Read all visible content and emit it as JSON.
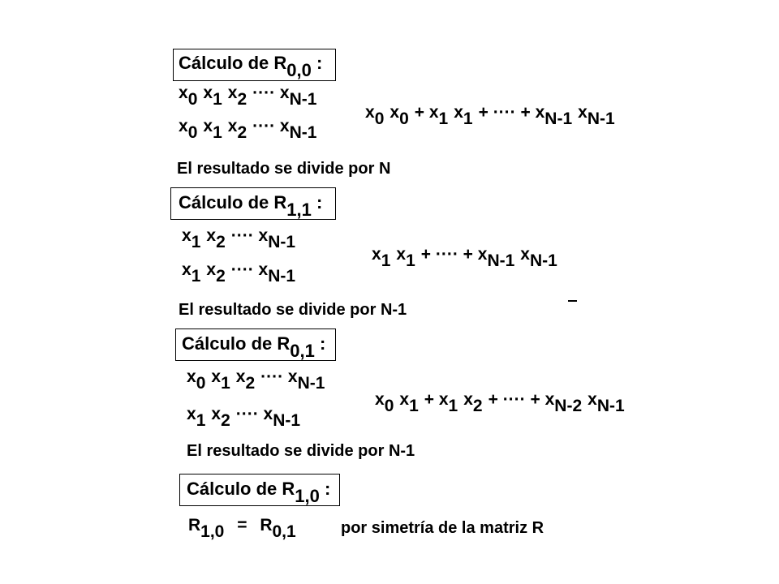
{
  "sections": [
    {
      "heading": {
        "prefix": "Cálculo de R",
        "sub": "0,0",
        "suffix": " :"
      },
      "row1": [
        [
          "x",
          "0"
        ],
        [
          "x",
          "1"
        ],
        [
          "x",
          "2"
        ],
        [
          "····  x",
          "N-1"
        ]
      ],
      "row2": [
        [
          "x",
          "0"
        ],
        [
          "x",
          "1"
        ],
        [
          "x",
          "2"
        ],
        [
          "····  x",
          "N-1"
        ]
      ],
      "expr": [
        [
          "x",
          "0"
        ],
        [
          "x",
          "0"
        ],
        [
          "+  x",
          "1"
        ],
        [
          "x",
          "1"
        ],
        [
          "+ ···· + x",
          "N-1"
        ],
        [
          "x",
          "N-1"
        ]
      ],
      "result": "El resultado se divide por N"
    },
    {
      "heading": {
        "prefix": "Cálculo de R",
        "sub": "1,1",
        "suffix": " :"
      },
      "row1": [
        [
          "x",
          "1"
        ],
        [
          "x",
          "2"
        ],
        [
          "····  x",
          "N-1"
        ]
      ],
      "row2": [
        [
          "x",
          "1"
        ],
        [
          "x",
          "2"
        ],
        [
          "····  x",
          "N-1"
        ]
      ],
      "expr": [
        [
          "x",
          "1"
        ],
        [
          "x",
          "1"
        ],
        [
          "+ ···· + x",
          "N-1"
        ],
        [
          "x",
          "N-1"
        ]
      ],
      "result": "El resultado se divide por N-1"
    },
    {
      "heading": {
        "prefix": "Cálculo de R",
        "sub": "0,1",
        "suffix": " :"
      },
      "row1": [
        [
          "x",
          "0"
        ],
        [
          "x",
          "1"
        ],
        [
          "x",
          "2"
        ],
        [
          "····  x",
          "N-1"
        ]
      ],
      "row2": [
        [
          "x",
          "1"
        ],
        [
          "x",
          "2"
        ],
        [
          "····  x",
          "N-1"
        ]
      ],
      "expr": [
        [
          "x",
          "0"
        ],
        [
          "x",
          "1"
        ],
        [
          "+  x",
          "1"
        ],
        [
          "x",
          "2"
        ],
        [
          "+ ···· + x",
          "N-2"
        ],
        [
          "x",
          "N-1"
        ]
      ],
      "result": "El resultado se divide por N-1"
    },
    {
      "heading": {
        "prefix": "Cálculo de R",
        "sub": "1,0",
        "suffix": " :"
      },
      "equation": {
        "lhs": "R",
        "lhs_sub": "1,0",
        "op": "=",
        "rhs": "R",
        "rhs_sub": "0,1"
      },
      "note": "por simetría de la matriz R"
    }
  ]
}
